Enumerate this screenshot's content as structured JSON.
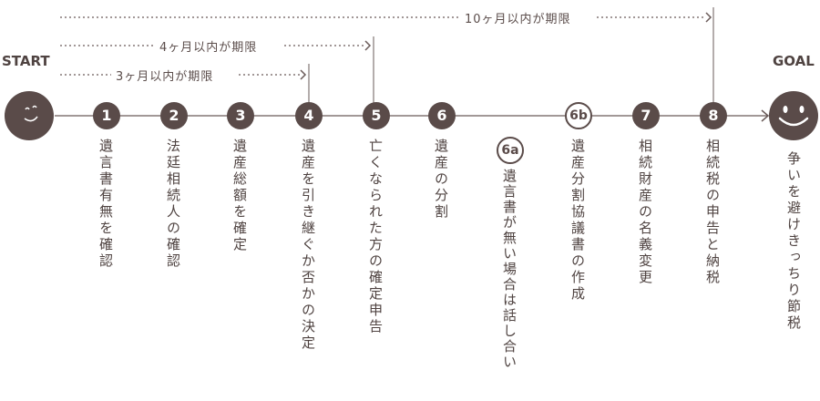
{
  "start_label": "START",
  "goal_label": "GOAL",
  "deadlines": {
    "d10": "10ヶ月以内が期限",
    "d4": "4ヶ月以内が期限",
    "d3": "3ヶ月以内が期限"
  },
  "steps": [
    {
      "num": "1",
      "text": "遺言書有無を確認"
    },
    {
      "num": "2",
      "text": "法廷相続人の確認"
    },
    {
      "num": "3",
      "text": "遺産総額を確定"
    },
    {
      "num": "4",
      "text": "遺産を引き継ぐか否かの決定"
    },
    {
      "num": "5",
      "text": "亡くなられた方の確定申告"
    },
    {
      "num": "6",
      "text": "遺産の分割"
    },
    {
      "num": "6a",
      "text": "遺言書が無い場合は話し合い"
    },
    {
      "num": "6b",
      "text": "遺産分割協議書の作成"
    },
    {
      "num": "7",
      "text": "相続財産の名義変更"
    },
    {
      "num": "8",
      "text": "相続税の申告と納税"
    }
  ],
  "goal_text": "争いを避けきっちり節税",
  "colors": {
    "primary": "#5a4b49",
    "line": "#6a5b59"
  },
  "icons": {
    "start": "smiley-face-icon",
    "goal": "smiley-face-icon"
  }
}
